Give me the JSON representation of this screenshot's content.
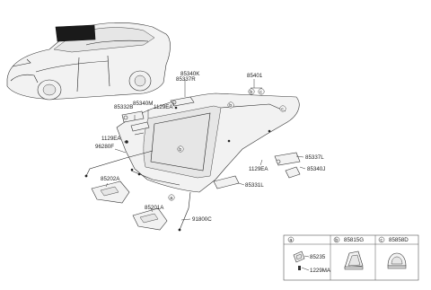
{
  "callouts": {
    "a": "a",
    "b": "b",
    "c": "c"
  },
  "labels": {
    "p85340K": "85340K",
    "p85337R": "85337R",
    "p85401": "85401",
    "p85332B": "85332B",
    "p85340M": "85340M",
    "p1129EA_top": "1129EA",
    "p1129EA_left": "1129EA",
    "p96280F": "96280F",
    "p85337L": "85337L",
    "p1129EA_right": "1129EA",
    "p85340J": "85340J",
    "p85202A": "85202A",
    "p85331L": "85331L",
    "p85201A": "85201A",
    "p91800C": "91800C"
  },
  "legend": {
    "a_header": "a",
    "b_header": "b",
    "c_header": "c",
    "b_part": "85815G",
    "c_part": "85858D",
    "a_parts": [
      "85235",
      "1229MA"
    ]
  }
}
